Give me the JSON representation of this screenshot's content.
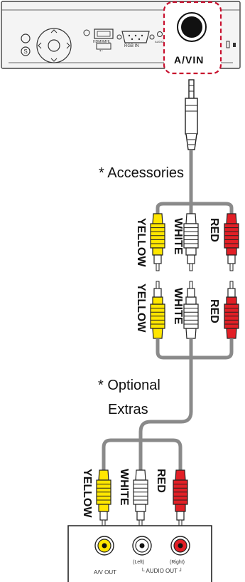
{
  "device": {
    "port_label": "A/VIN",
    "hdmi_label": "HDMI/MHL",
    "rgb_label": "RGB IN",
    "usb_label": "⇠",
    "audio_label": "AUDIO"
  },
  "cable_notes": {
    "accessories": "* Accessories",
    "optional_line1": "* Optional",
    "optional_line2": "Extras"
  },
  "plugs_upper": [
    "YELLOW",
    "WHITE",
    "RED"
  ],
  "plugs_middle": [
    "YELLOW",
    "WHITE",
    "RED"
  ],
  "plugs_lower": [
    "YELLOW",
    "WHITE",
    "RED"
  ],
  "source": {
    "av_out": "A/V OUT",
    "left": "(Left)",
    "right": "(Right)",
    "audio_out": "└ AUDIO OUT ┘"
  },
  "colors": {
    "yellow": "#ffe600",
    "white": "#ffffff",
    "red": "#e21f26",
    "gray": "#8a8a8a",
    "highlight": "#c8102e"
  }
}
